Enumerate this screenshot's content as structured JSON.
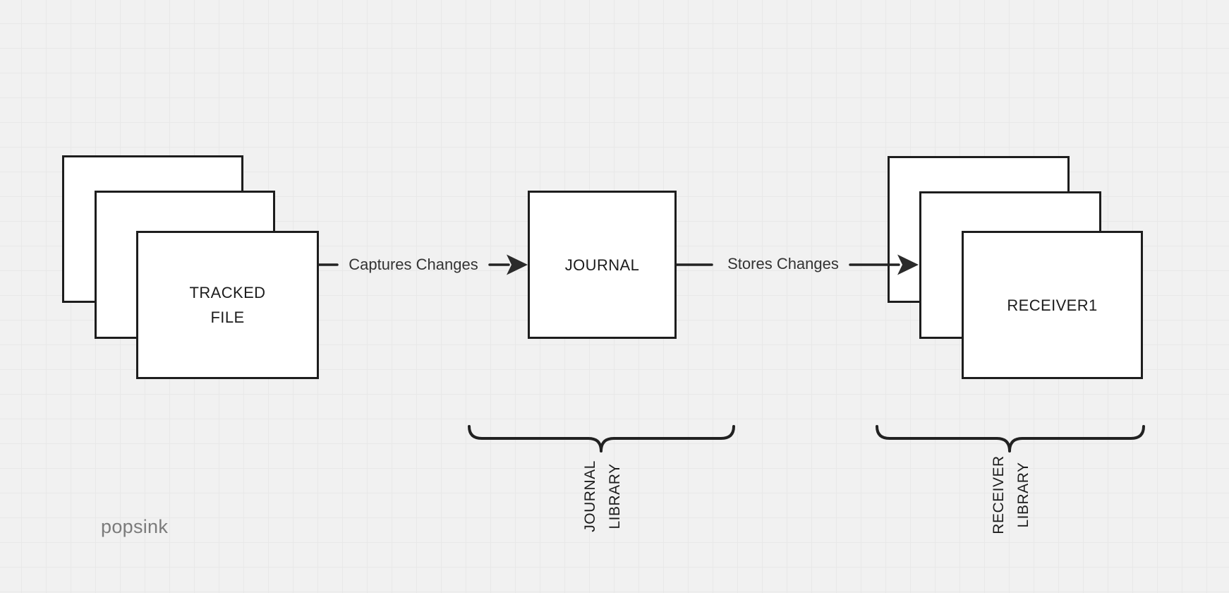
{
  "canvas": {
    "background_color": "#f1f1f1",
    "grid_color": "#e8e8e8",
    "stroke_color": "#232323",
    "node_border_color": "#1d1d1d",
    "node_fill_color": "#ffffff"
  },
  "nodes": {
    "tracked_file": {
      "line1": "TRACKED",
      "line2": "FILE"
    },
    "journal": {
      "label": "JOURNAL"
    },
    "receiver": {
      "label": "RECEIVER1"
    }
  },
  "edges": {
    "captures": {
      "label": "Captures Changes"
    },
    "stores": {
      "label": "Stores Changes"
    }
  },
  "braces": {
    "journal_library": {
      "line1": "JOURNAL",
      "line2": "LIBRARY"
    },
    "receiver_library": {
      "line1": "RECEIVER",
      "line2": "LIBRARY"
    }
  },
  "watermark": {
    "text": "popsink",
    "color": "#7b7b7b"
  }
}
